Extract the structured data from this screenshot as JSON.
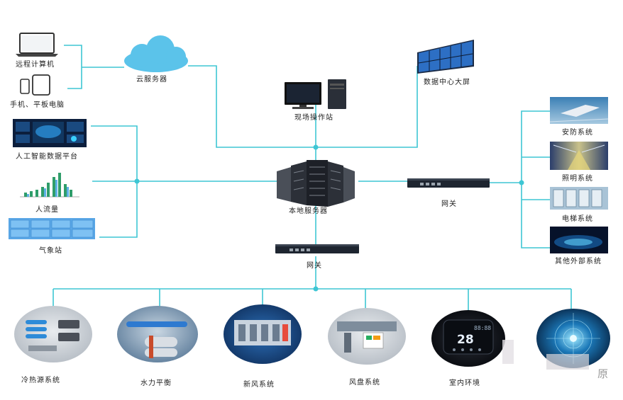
{
  "colors": {
    "line": "#3ec6d4",
    "cloud": "#5bc3ea",
    "device_dark": "#1e2530",
    "screen_blue": "#1f5fb0"
  },
  "labels": {
    "remote_computer": "远程计算机",
    "mobile_tablet": "手机、平板电脑",
    "cloud_server": "云服务器",
    "datacenter_screen": "数据中心大屏",
    "field_station": "现场操作站",
    "ai_platform": "人工智能数据平台",
    "people_flow": "人流量",
    "weather_station": "气象站",
    "local_server": "本地服务器",
    "gateway_right": "网关",
    "gateway_bottom": "网关",
    "security": "安防系统",
    "lighting": "照明系统",
    "elevator": "电梯系统",
    "other_external": "其他外部系统",
    "cooling_heating": "冷热源系统",
    "hydraulic_balance": "水力平衡",
    "fresh_air": "新风系统",
    "fan_coil": "风盘系统",
    "indoor_env": "室内环境",
    "last_cut": "原"
  },
  "panel_values": {
    "thermostat_temp": "28",
    "thermostat_small": "88:88"
  },
  "icons": {
    "laptop": "laptop-icon",
    "phone": "phone-icon",
    "tablet": "tablet-icon",
    "cloud": "cloud-icon",
    "video_wall": "video-wall-icon",
    "workstation": "workstation-icon",
    "server_rack": "server-rack-icon",
    "gateway": "gateway-icon"
  }
}
